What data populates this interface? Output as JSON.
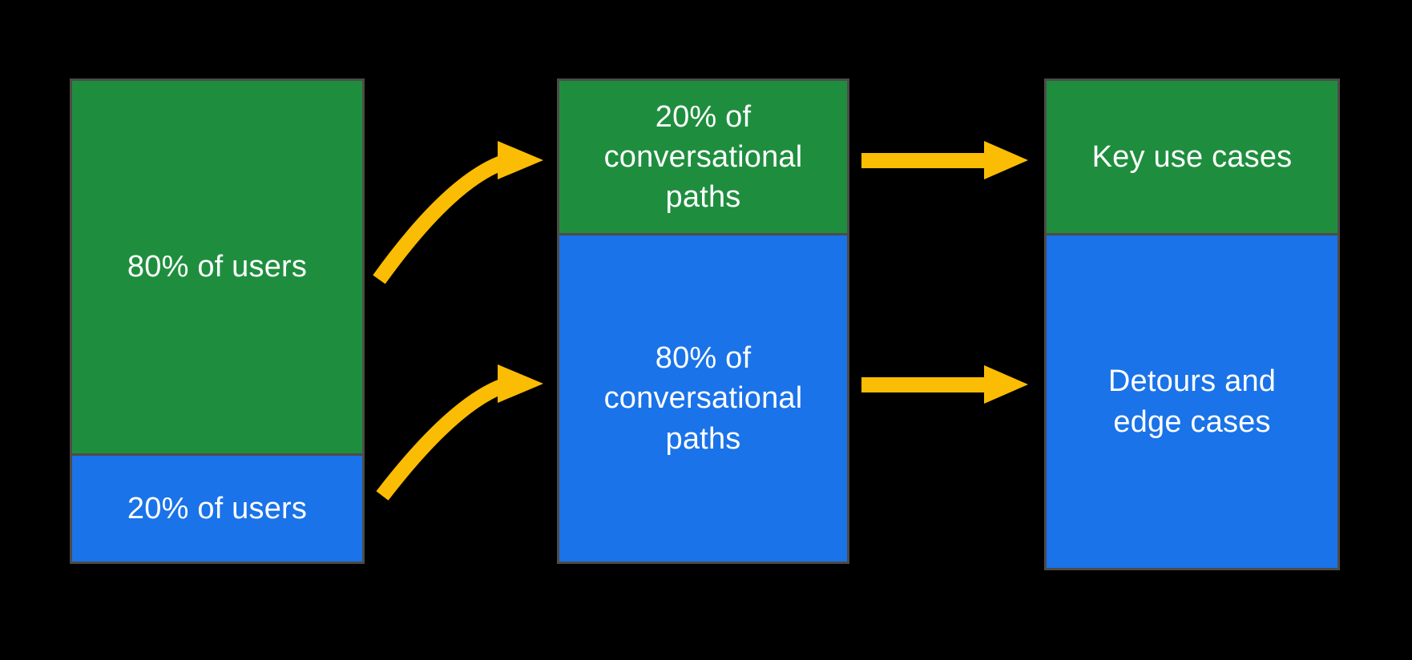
{
  "diagram": {
    "name": "users-to-conversational-paths-to-use-cases",
    "columns": [
      {
        "id": "users",
        "segments": [
          {
            "color_key": "green",
            "label": "80% of users"
          },
          {
            "color_key": "blue",
            "label": "20% of users"
          }
        ]
      },
      {
        "id": "conversational-paths",
        "segments": [
          {
            "color_key": "green",
            "label": "20% of\nconversational\npaths"
          },
          {
            "color_key": "blue",
            "label": "80% of\nconversational\npaths"
          }
        ]
      },
      {
        "id": "use-cases",
        "segments": [
          {
            "color_key": "green",
            "label": "Key use cases"
          },
          {
            "color_key": "blue",
            "label": "Detours and\nedge cases"
          }
        ]
      }
    ],
    "flows": [
      {
        "from": "80% of users",
        "to": "20% of conversational paths",
        "style": "curved-arrow"
      },
      {
        "from": "20% of users",
        "to": "80% of conversational paths",
        "style": "curved-arrow"
      },
      {
        "from": "20% of conversational paths",
        "to": "Key use cases",
        "style": "straight-arrow"
      },
      {
        "from": "80% of conversational paths",
        "to": "Detours and edge cases",
        "style": "straight-arrow"
      }
    ]
  },
  "colors": {
    "green": "#1E8E3E",
    "blue": "#1A73E8",
    "yellow": "#FBBC04",
    "border": "#4E4B48",
    "background": "#000000",
    "text": "#FFFFFF"
  }
}
